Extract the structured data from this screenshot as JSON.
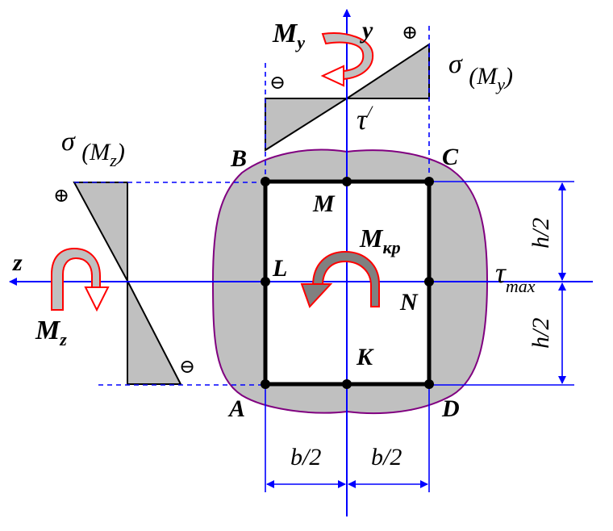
{
  "colors": {
    "axis": "#0000ff",
    "fill": "#c0c0c0",
    "outline": "#800080",
    "arrow_red": "#ff0000",
    "arrow_gray": "#808080"
  },
  "axes": {
    "y": "y",
    "z": "z"
  },
  "moments": {
    "my_main": "M",
    "my_sub": "y",
    "mz_main": "M",
    "mz_sub": "z",
    "mkr_main": "M",
    "mkr_sub": "кр"
  },
  "stress_labels": {
    "sigma": "σ",
    "sigma_my_main": "(M",
    "sigma_my_sub": "y",
    "sigma_my_close": ")",
    "sigma_mz_main": "(M",
    "sigma_mz_sub": "z",
    "sigma_mz_close": ")",
    "tau_prime": "τ",
    "prime": "/",
    "tau": "τ",
    "tau_max_sub": "max"
  },
  "points": {
    "A": "A",
    "B": "B",
    "C": "C",
    "D": "D",
    "M": "M",
    "L": "L",
    "N": "N",
    "K": "K"
  },
  "dimensions": {
    "h_half_top": "h/2",
    "h_half_bottom": "h/2",
    "b_half_left": "b/2",
    "b_half_right": "b/2"
  },
  "signs": {
    "plus": "⊕",
    "minus": "⊖"
  }
}
